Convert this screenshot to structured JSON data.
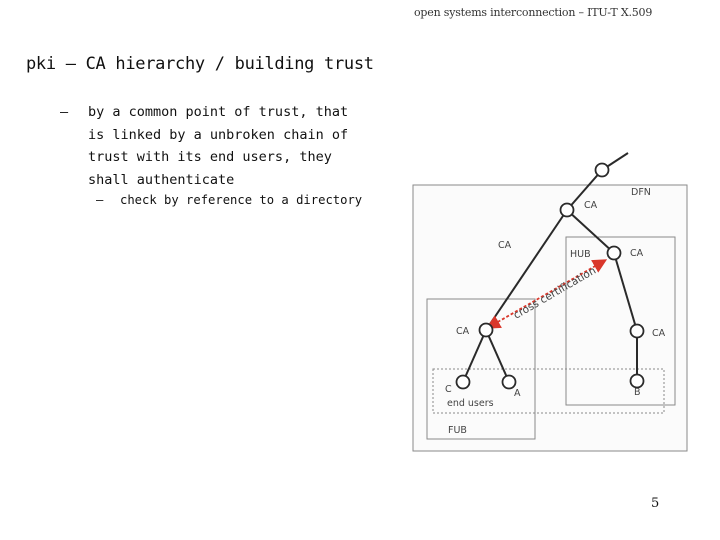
{
  "header": {
    "note": "open systems interconnection – ITU-T X.509"
  },
  "slide": {
    "title": "pki – CA hierarchy / building trust",
    "bullet_level1": {
      "marker": "–",
      "text": "by a common point of trust, that is linked by a unbroken chain of trust with its end users, they shall authenticate"
    },
    "bullet_level2": {
      "marker": "–",
      "text": "check by reference to a directory"
    },
    "page_number": "5"
  },
  "diagram": {
    "labels": {
      "dfn": "DFN",
      "ca_top": "CA",
      "ca_left_mid": "CA",
      "hub": "HUB",
      "ca_hub": "CA",
      "ca_left": "CA",
      "ca_right": "CA",
      "user_c": "C",
      "user_a": "A",
      "user_b": "B",
      "end_users": "end users",
      "fub": "FUB",
      "cross_certification": "cross certification"
    },
    "colors": {
      "arrow": "#d9372b",
      "line": "#2a2a2a",
      "box": "#8a8a8a"
    }
  }
}
